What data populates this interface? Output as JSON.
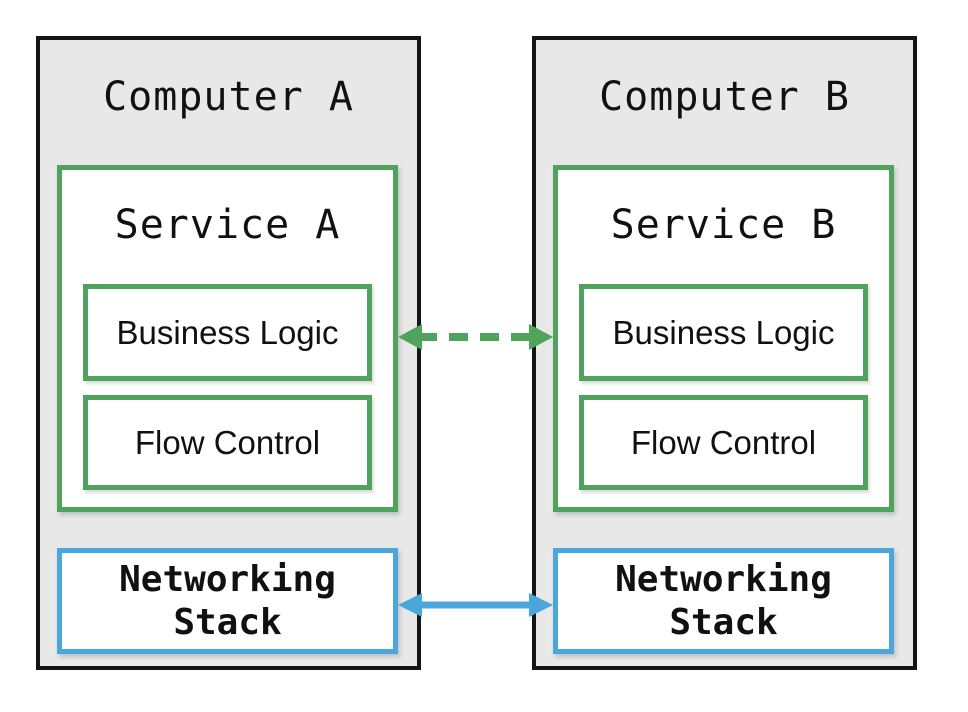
{
  "diagram_title": "",
  "colors": {
    "computer_border": "#141414",
    "computer_background": "#e9e8e8",
    "box_background": "#ffffff",
    "service_green": "#4fa35c",
    "network_blue": "#4ba6dc",
    "text": "#111111"
  },
  "computers": [
    {
      "title": "Computer A",
      "service": {
        "title": "Service A",
        "modules": [
          {
            "label": "Business Logic"
          },
          {
            "label": "Flow Control"
          }
        ]
      },
      "network": {
        "label": "Networking Stack"
      }
    },
    {
      "title": "Computer B",
      "service": {
        "title": "Service B",
        "modules": [
          {
            "label": "Business Logic"
          },
          {
            "label": "Flow Control"
          }
        ]
      },
      "network": {
        "label": "Networking Stack"
      }
    }
  ],
  "arrows": [
    {
      "name": "business-logic-link",
      "style": "dashed",
      "direction": "bidirectional",
      "color": "#4fa35c"
    },
    {
      "name": "networking-stack-link",
      "style": "solid",
      "direction": "bidirectional",
      "color": "#4ba6dc"
    }
  ]
}
